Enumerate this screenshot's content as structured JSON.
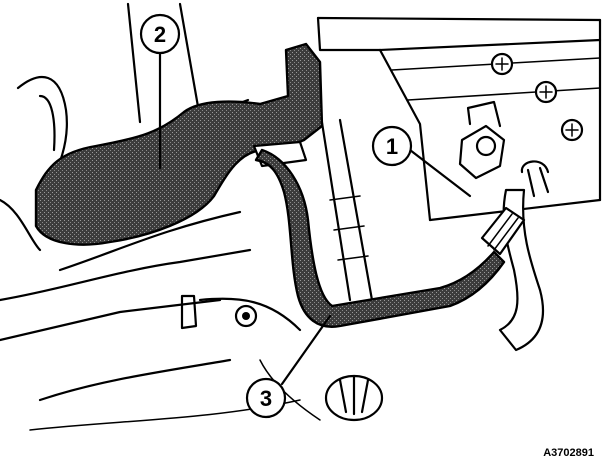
{
  "figure": {
    "id": "A3702891",
    "callouts": [
      {
        "number": "1"
      },
      {
        "number": "2"
      },
      {
        "number": "3"
      }
    ]
  },
  "style": {
    "ink": "#000000",
    "paper": "#ffffff",
    "shade": "#4a4a4a"
  }
}
